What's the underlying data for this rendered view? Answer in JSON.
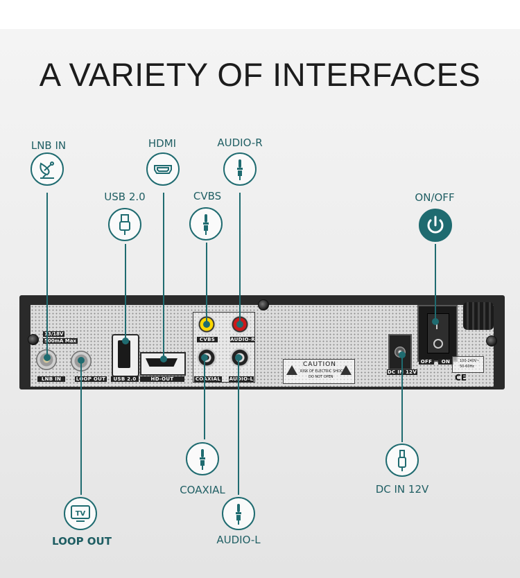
{
  "title": "A VARIETY OF INTERFACES",
  "colors": {
    "accent": "#1f6b70",
    "title": "#1c1c1c",
    "background": "#ececec",
    "device": "#2a2a2a"
  },
  "callouts": {
    "lnb_in": {
      "label": "LNB IN",
      "icon": "satellite-dish-icon"
    },
    "hdmi": {
      "label": "HDMI",
      "icon": "hdmi-port-icon"
    },
    "audio_r": {
      "label": "AUDIO-R",
      "icon": "audio-jack-icon"
    },
    "usb": {
      "label": "USB 2.0",
      "icon": "usb-plug-icon"
    },
    "cvbs": {
      "label": "CVBS",
      "icon": "rca-jack-icon"
    },
    "on_off": {
      "label": "ON/OFF",
      "icon": "power-icon"
    },
    "coaxial": {
      "label": "COAXIAL",
      "icon": "rca-jack-icon"
    },
    "audio_l": {
      "label": "AUDIO-L",
      "icon": "audio-jack-icon"
    },
    "dc_in": {
      "label": "DC IN 12V",
      "icon": "dc-plug-icon"
    },
    "loop_out": {
      "label": "LOOP OUT",
      "icon": "tv-icon",
      "icon_text": "TV"
    }
  },
  "device": {
    "lnb_spec_1": "13/18V",
    "lnb_spec_2": "500mA Max",
    "port_labels": {
      "lnb_in": "LNB IN",
      "loop_out": "LOOP OUT",
      "usb": "USB 2.0",
      "hd_out": "HD-OUT",
      "cvbs": "CVBS",
      "audio_r": "AUDIO-R",
      "coaxial": "COAXIAL",
      "audio_l": "AUDIO-L",
      "dc_in": "DC IN 12V",
      "off": "OFF",
      "on": "ON"
    },
    "caution_title": "CAUTION",
    "caution_line1": "RISK OF ELECTRIC SHOCK",
    "caution_line2": "DO NOT OPEN",
    "rating_line1": "100-240V~",
    "rating_line2": "50-60Hz",
    "ce_mark": "CE"
  }
}
